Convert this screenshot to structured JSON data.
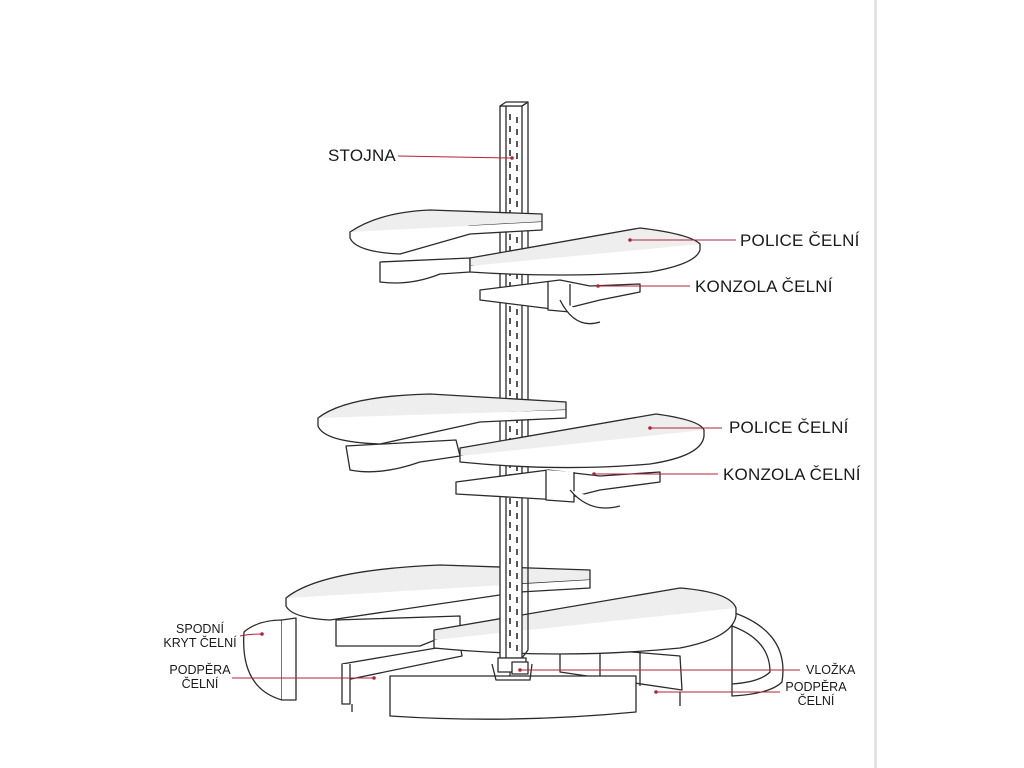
{
  "labels": {
    "stojna": "STOJNA",
    "police_celni_top": "POLICE ČELNÍ",
    "konzola_celni_top": "KONZOLA ČELNÍ",
    "police_celni_mid": "POLICE ČELNÍ",
    "konzola_celni_mid": "KONZOLA ČELNÍ",
    "spodni_kryt_line1": "SPODNÍ",
    "spodni_kryt_line2": "KRYT ČELNÍ",
    "podpera_left_line1": "PODPĚRA",
    "podpera_left_line2": "ČELNÍ",
    "vlozka": "VLOŽKA",
    "podpera_right_line1": "PODPĚRA",
    "podpera_right_line2": "ČELNÍ"
  },
  "colors": {
    "leader": "#b0243a",
    "stroke": "#2b2b2b",
    "shelf_top": "#eeeeee",
    "cover": "#ffffff"
  }
}
